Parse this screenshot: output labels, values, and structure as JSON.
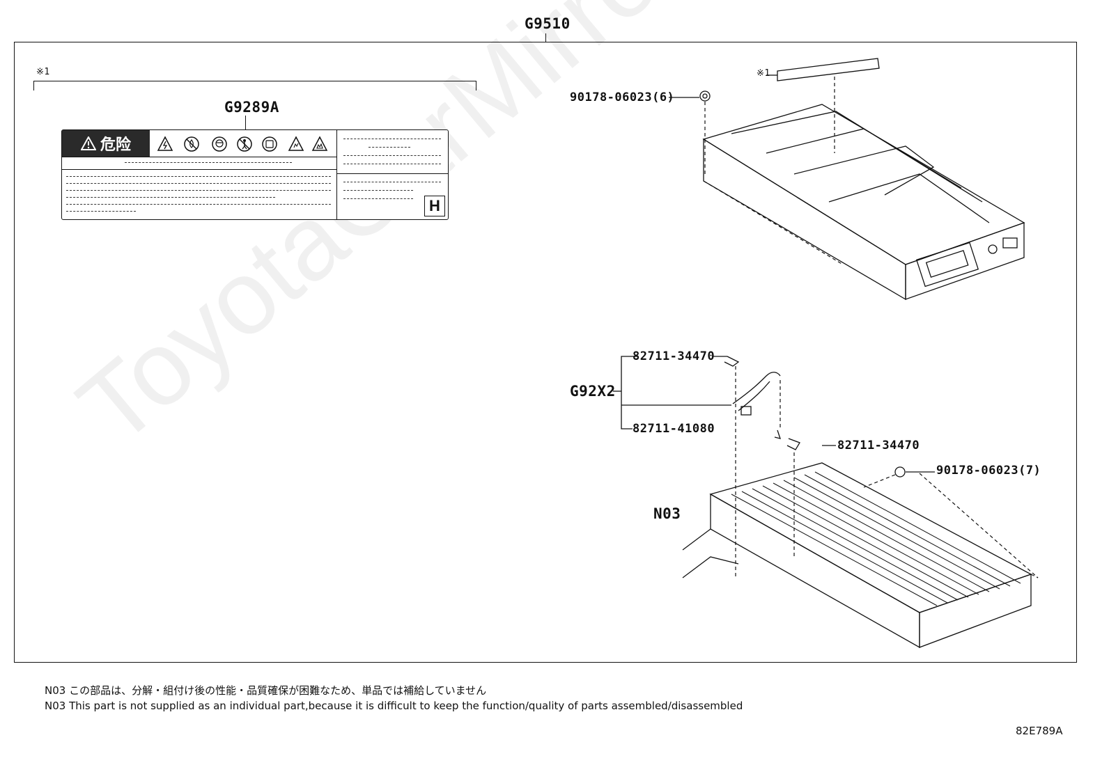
{
  "diagram": {
    "assembly_code": "G9510",
    "note_marker": "※1",
    "label_part": "G9289A",
    "warning_label": {
      "danger_text": "危险",
      "corner_letter": "H"
    },
    "top_parts": {
      "nut": "90178-06023(6)",
      "marker": "※1"
    },
    "harness_group": "G92X2",
    "harness_parts": {
      "upper": "82711-34470",
      "lower": "82711-41080",
      "right": "82711-34470"
    },
    "bottom_nut": "90178-06023(7)",
    "module_code": "N03"
  },
  "footnotes": {
    "japanese": "N03 この部品は、分解・組付け後の性能・品質確保が困難なため、単品では補給していません",
    "english": "N03 This part is not supplied as an  individual part,because it is difficult to keep the function/quality of parts assembled/disassembled"
  },
  "figure_ref": "82E789A",
  "watermark": "ToyotaCarMirror.ru"
}
